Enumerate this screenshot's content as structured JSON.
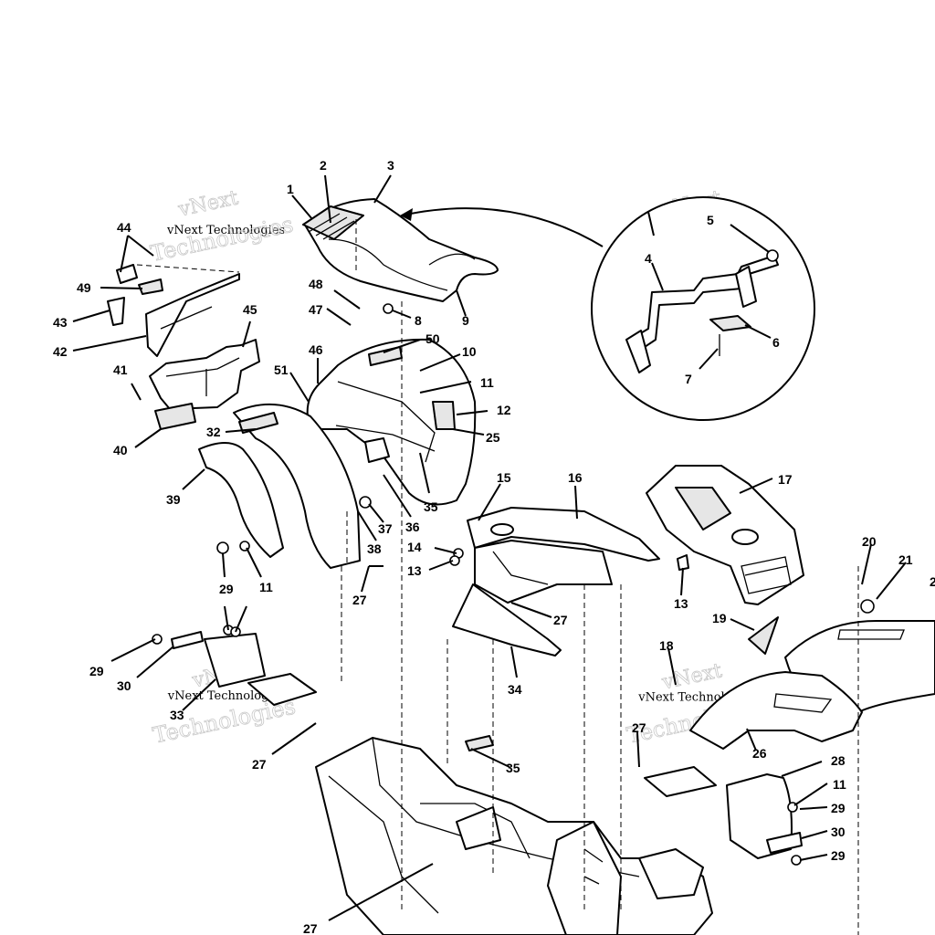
{
  "watermark": {
    "line1": "vNext",
    "line2": "vNext Technologies",
    "line3": "Technologies"
  },
  "callouts": {
    "c1": "1",
    "c2": "2",
    "c3": "3",
    "c4": "4",
    "c5": "5",
    "c6": "6",
    "c7": "7",
    "c8": "8",
    "c9": "9",
    "c10": "10",
    "c11a": "11",
    "c11b": "11",
    "c11c": "11",
    "c12": "12",
    "c13a": "13",
    "c13b": "13",
    "c14": "14",
    "c15": "15",
    "c16": "16",
    "c17": "17",
    "c18": "18",
    "c19": "19",
    "c20": "20",
    "c21": "21",
    "c22": "2",
    "c25": "25",
    "c26": "26",
    "c27a": "27",
    "c27b": "27",
    "c27c": "27",
    "c27d": "27",
    "c27e": "27",
    "c28": "28",
    "c29a": "29",
    "c29b": "29",
    "c29c": "29",
    "c29d": "29",
    "c30a": "30",
    "c30b": "30",
    "c32": "32",
    "c33": "33",
    "c34": "34",
    "c35a": "35",
    "c35b": "35",
    "c36": "36",
    "c37": "37",
    "c38": "38",
    "c39": "39",
    "c40": "40",
    "c41": "41",
    "c42": "42",
    "c43": "43",
    "c44": "44",
    "c45": "45",
    "c46": "46",
    "c47": "47",
    "c48": "48",
    "c49": "49",
    "c50": "50",
    "c51": "51"
  }
}
